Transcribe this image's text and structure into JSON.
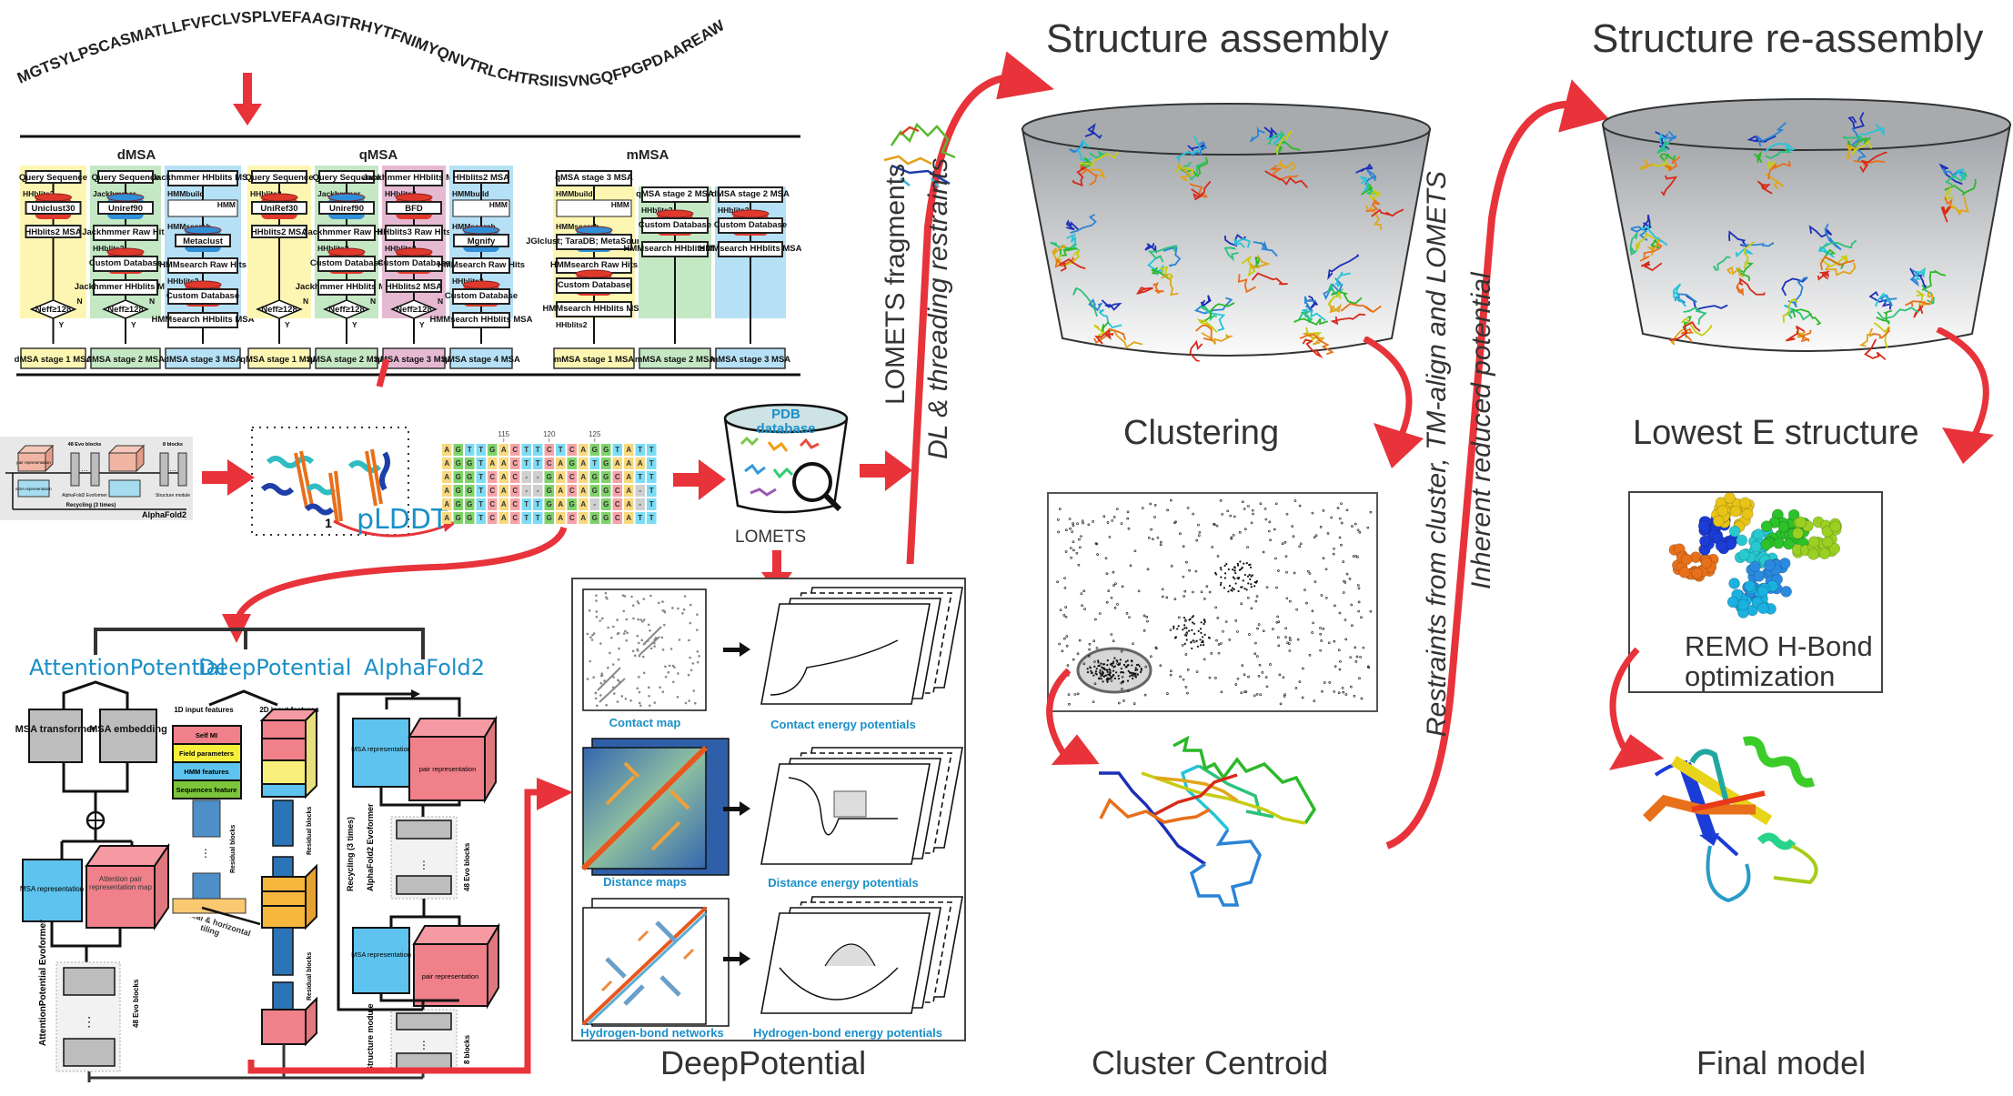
{
  "sequence": "MGTSYLPSCASMATLLFVFCLVSPLVEFAAGITRHYTFNIMYQNVTRLCHTRSIISVNGQFPGPDAAREAW",
  "msa_panel": {
    "groups": [
      {
        "name": "dMSA",
        "stages": [
          {
            "color": "#fdf6b2",
            "steps": [
              "Query Sequence",
              "HHblits2",
              "Uniclust30",
              "HHblits2 MSA",
              "Neff≥128"
            ],
            "output": "dMSA stage 1 MSA"
          },
          {
            "color": "#c4e7c4",
            "steps": [
              "Query Sequence",
              "Jackhmmer",
              "Uniref90",
              "Jackhmmer Raw Hits",
              "HHblits2",
              "Custom Database",
              "Jackhmmer HHblits MSA",
              "Neff≥128"
            ],
            "output": "dMSA stage 2 MSA"
          },
          {
            "color": "#b6e0f5",
            "steps": [
              "Jackhmmer HHblits MSA",
              "HMMbuild",
              "HMM",
              "HMMsearch",
              "Metaclust",
              "HMMsearch Raw Hits",
              "HHblits2",
              "Custom Database",
              "HMMsearch HHblits MSA"
            ],
            "output": "dMSA stage 3 MSA"
          }
        ]
      },
      {
        "name": "qMSA",
        "stages": [
          {
            "color": "#fdf6b2",
            "steps": [
              "Query Sequence",
              "HHblits2",
              "UniRef30",
              "HHblits2 MSA",
              "Neff≥128"
            ],
            "output": "qMSA stage 1 MSA"
          },
          {
            "color": "#c4e7c4",
            "steps": [
              "Query Sequence",
              "Jackhmmer",
              "Uniref90",
              "Jackhmmer Raw Hits",
              "HHblits2",
              "Custom Database",
              "Jackhmmer HHblits MSA",
              "Neff≥128"
            ],
            "output": "qMSA stage 2 MSA"
          },
          {
            "color": "#e6b9d3",
            "steps": [
              "Jackhmmer HHblits MSA",
              "HHblits3",
              "BFD",
              "HHblits3 Raw Hits",
              "HHblits2",
              "Custom Database",
              "HHblits2 MSA",
              "Neff≥128"
            ],
            "output": "qMSA stage 3 MSA"
          },
          {
            "color": "#b6e0f5",
            "steps": [
              "HHblits2 MSA",
              "HMMbuild",
              "HMM",
              "HMMsearch",
              "Mgnify",
              "HMMsearch Raw Hits",
              "HHblits2",
              "Custom Database",
              "HMMsearch HHblits MSA"
            ],
            "output": "qMSA stage 4 MSA"
          }
        ]
      },
      {
        "name": "mMSA",
        "stages": [
          {
            "color": "#fdf6b2",
            "steps": [
              "qMSA stage 3 MSA",
              "HMMbuild",
              "HMM",
              "HMMsearch",
              "JGIclust; TaraDB; MetaSourceDB",
              "HMMsearch Raw Hits",
              "Custom Database",
              "HMMsearch HHblits MSA",
              "HHblits2"
            ],
            "output": "mMSA stage 1 MSA"
          },
          {
            "color": "#c4e7c4",
            "steps": [
              "qMSA stage 2 MSA",
              "HHblits2",
              "Custom Database",
              "HMMsearch HHblits MSA"
            ],
            "output": "mMSA stage 2 MSA"
          },
          {
            "color": "#b6e0f5",
            "steps": [
              "dMSA stage 2 MSA",
              "HHblits2",
              "Custom Database",
              "HMMsearch HHblits MSA"
            ],
            "output": "mMSA stage 3 MSA"
          }
        ]
      }
    ],
    "decision_yes": "Y",
    "decision_no": "N"
  },
  "alphafold_small": {
    "pair_label": "pair representation",
    "msa_label": "MSA representation",
    "evo_blocks": "48 Evo blocks",
    "evoformer": "AlphaFold2 Evoformer",
    "struct_blocks": "8 blocks",
    "struct_module": "Structure module",
    "recycling": "Recycling (3 times)",
    "name": "AlphaFold2"
  },
  "plddt_label": "pLDDT",
  "alignment": {
    "ticks": [
      "115",
      "120",
      "125"
    ],
    "rows": [
      [
        "A",
        "G",
        "T",
        "T",
        "G",
        "A",
        "C",
        "T",
        "T",
        "C",
        "T",
        "C",
        "A",
        "G",
        "G",
        "T",
        "A",
        "T",
        "T"
      ],
      [
        "A",
        "G",
        "G",
        "T",
        "A",
        "A",
        "C",
        "T",
        "T",
        "C",
        "A",
        "G",
        "A",
        "T",
        "G",
        "A",
        "A",
        "A",
        "T"
      ],
      [
        "A",
        "G",
        "G",
        "T",
        "C",
        "A",
        "C",
        "-",
        "-",
        "G",
        "A",
        "C",
        "A",
        "G",
        "G",
        "C",
        "A",
        "T",
        "T"
      ],
      [
        "A",
        "G",
        "G",
        "T",
        "C",
        "A",
        "C",
        "-",
        "-",
        "G",
        "A",
        "C",
        "A",
        "G",
        "G",
        "C",
        "A",
        "-",
        "T"
      ],
      [
        "A",
        "G",
        "G",
        "T",
        "C",
        "A",
        "C",
        "T",
        "T",
        "G",
        "A",
        "G",
        "A",
        "-",
        "G",
        "C",
        "A",
        "-",
        "T"
      ],
      [
        "A",
        "G",
        "G",
        "T",
        "C",
        "A",
        "C",
        "T",
        "T",
        "G",
        "A",
        "C",
        "A",
        "G",
        "G",
        "C",
        "A",
        "T",
        "T"
      ]
    ],
    "colors": {
      "A": "#f7d97e",
      "G": "#7fd36a",
      "T": "#7ddcf5",
      "C": "#f5a3a8",
      "-": "#cfcfcf"
    }
  },
  "lomets": {
    "db_label_1": "PDB",
    "db_label_2": "database",
    "label": "LOMETS"
  },
  "potentials": {
    "attention": "AttentionPotential",
    "deep": "DeepPotential",
    "alphafold": "AlphaFold2",
    "att_msa_transformer": "MSA transformer",
    "att_msa_embedding": "MSA embedding",
    "att_msa_rep": "MSA representation",
    "att_pair_map": "Attention pair representation map",
    "att_evoformer": "AttentionPotential Evoformer",
    "att_evo_blocks": "48 Evo blocks",
    "dp_1d": "1D input features",
    "dp_2d": "2D input features",
    "dp_features": [
      "Self MI",
      "Field parameters",
      "HMM features",
      "Sequences feature"
    ],
    "dp_residual": "Residual blocks",
    "dp_tiling": "Vertical & horizontal tiling",
    "af_msa_rep": "MSA representation",
    "af_pair_rep": "pair representation",
    "af_evoformer": "AlphaFold2 Evoformer",
    "af_evo_blocks": "48 Evo blocks",
    "af_recycling": "Recycling (3 times)",
    "af_structure": "Structure module",
    "af_blocks": "8 blocks"
  },
  "deep_potential": {
    "panels": [
      {
        "map": "Contact map",
        "energy": "Contact energy potentials"
      },
      {
        "map": "Distance maps",
        "energy": "Distance energy potentials"
      },
      {
        "map": "Hydrogen-bond networks",
        "energy": "Hydrogen-bond energy potentials"
      }
    ],
    "title": "DeepPotential"
  },
  "assembly": {
    "restraints_1": "LOMETS fragments",
    "restraints_2": "DL & threading restraints",
    "title": "Structure assembly",
    "clustering": "Clustering",
    "centroid": "Cluster Centroid"
  },
  "reassembly": {
    "restraints_1": "Restraints from cluster, TM-align and LOMETS",
    "restraints_2": "Inherent reduced  potential",
    "title": "Structure re-assembly",
    "lowest_e": "Lowest E structure",
    "remo_1": "REMO H-Bond",
    "remo_2": "optimization",
    "final": "Final model"
  },
  "colors": {
    "arrow_red": "#e8333a",
    "blue_text": "#1a8fc7",
    "pair_pink": "#f0808a",
    "msa_blue": "#5ec3ee",
    "gray_block": "#bdbdbd"
  }
}
